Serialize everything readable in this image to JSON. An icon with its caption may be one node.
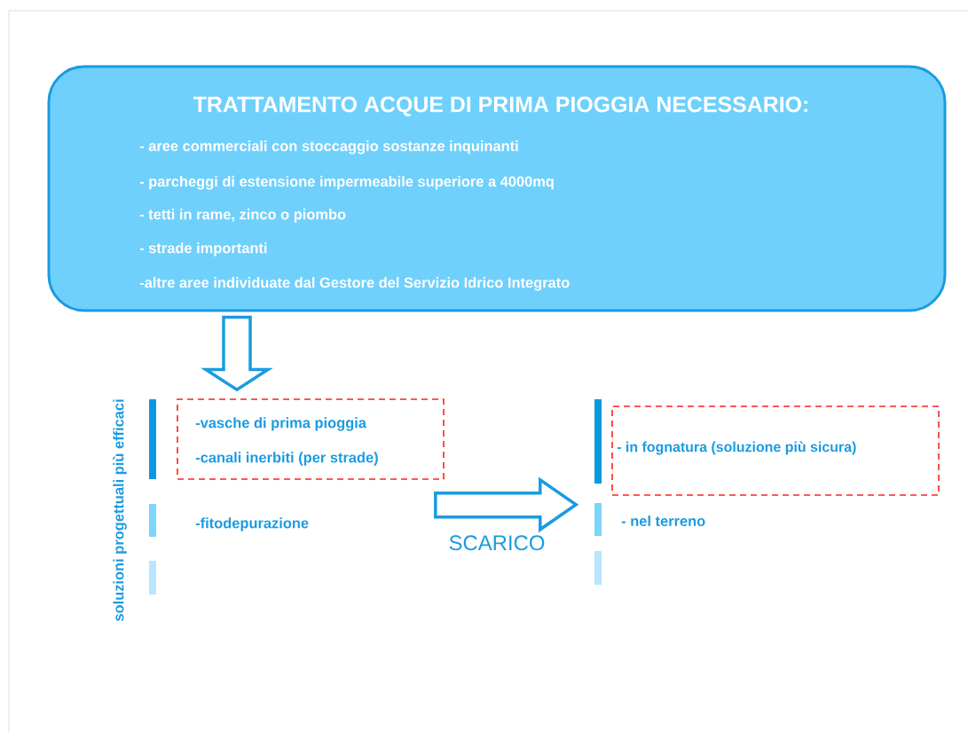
{
  "diagram": {
    "nodes": [
      {
        "text": [
          "TRATTAMENTO ACQUE DI PRIMA PIOGGIA NECESSARIO:",
          "- aree commerciali con stoccaggio sostanze inquinanti",
          "- parcheggi di estensione impermeabile superiore a 4000mq",
          "- tetti in rame, zinco o piombo",
          "- strade importanti",
          "-altre aree individuate dal Gestore del Servizio Idrico Integrato"
        ]
      },
      {
        "text": [
          "-vasche di prima pioggia",
          "-canali inerbiti (per strade)"
        ]
      },
      {
        "text": [
          "- in fognatura (soluzione più sicura)"
        ]
      }
    ],
    "edges": [
      {
        "from": 0,
        "to": 1,
        "arrow": "to"
      },
      {
        "from": 1,
        "to": 2,
        "arrow": "to",
        "label": "SCARICO"
      }
    ],
    "labels": [
      "soluzioni progettuali più efficaci",
      "-fitodepurazione",
      "- nel terreno"
    ]
  }
}
